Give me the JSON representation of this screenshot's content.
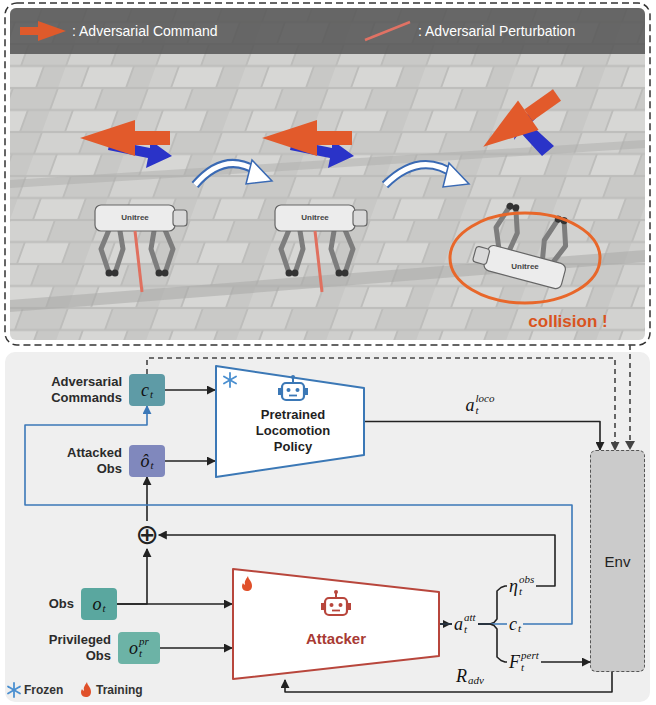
{
  "diagram": {
    "nodes": [
      {
        "text": [
          "Adversarial Commands",
          "c",
          "t"
        ]
      },
      {
        "text": [
          "Attacked Obs",
          "ô",
          "t"
        ]
      },
      {
        "text": [
          "Pretrained Locomotion Policy"
        ]
      },
      {
        "text": [
          "⊕"
        ]
      },
      {
        "text": [
          "Obs",
          "o",
          "t"
        ]
      },
      {
        "text": [
          "Privileged Obs",
          "o",
          "t",
          "pr"
        ]
      },
      {
        "text": [
          "Attacker"
        ]
      },
      {
        "text": [
          "Env"
        ]
      }
    ],
    "edges": [
      {
        "from": 0,
        "to": 2,
        "arrow": "to"
      },
      {
        "from": 1,
        "to": 2,
        "arrow": "to"
      },
      {
        "from": 2,
        "to": 7,
        "arrow": "to"
      },
      {
        "from": 0,
        "to": 7,
        "arrow": "to"
      },
      {
        "from": 3,
        "to": 1,
        "arrow": "to"
      },
      {
        "from": 4,
        "to": 3,
        "arrow": "to"
      },
      {
        "from": 4,
        "to": 6,
        "arrow": "to"
      },
      {
        "from": 5,
        "to": 6,
        "arrow": "to"
      },
      {
        "from": 6,
        "to": 3,
        "arrow": "to"
      },
      {
        "from": 6,
        "to": 0,
        "arrow": "to"
      },
      {
        "from": 6,
        "to": 7,
        "arrow": "to"
      },
      {
        "from": 7,
        "to": 6,
        "arrow": "to"
      }
    ],
    "labels": [
      "a",
      "t",
      "loco",
      "a",
      "t",
      "att",
      "η",
      "t",
      "obs",
      "c",
      "t",
      "F",
      "t",
      "pert",
      "R",
      "adv",
      "collision !",
      "Unitree",
      "Unitree",
      "Unitree"
    ],
    "legend": [
      {
        "text": ": Adversarial Command"
      },
      {
        "text": ": Adversarial Perturbation"
      },
      {
        "text": "Frozen"
      },
      {
        "text": "Training"
      }
    ]
  }
}
